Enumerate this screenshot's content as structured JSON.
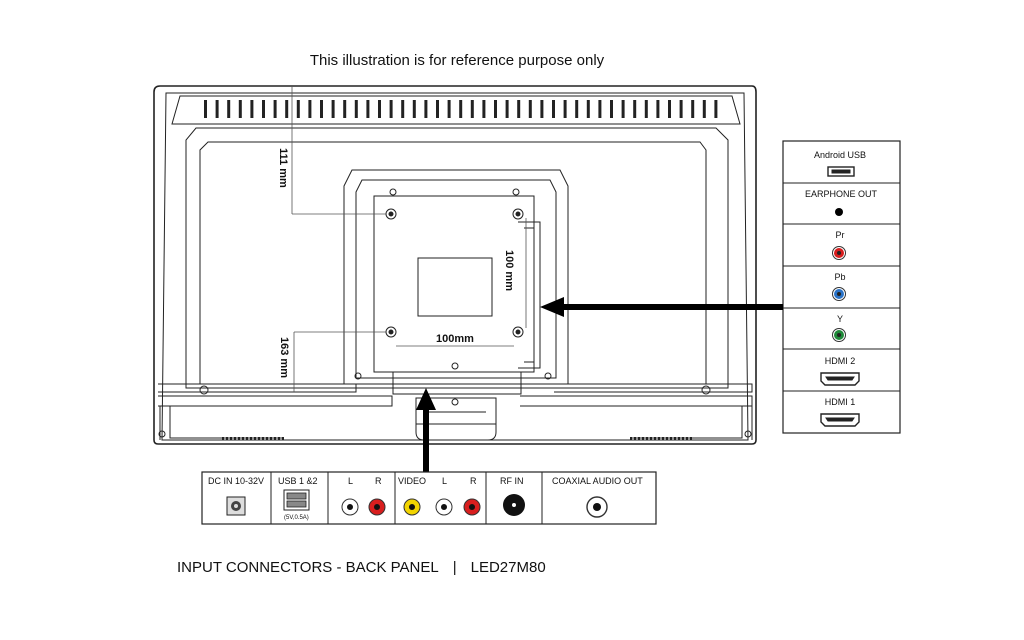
{
  "header": {
    "caption": "This illustration is for reference purpose only"
  },
  "footer": {
    "caption_left": "INPUT CONNECTORS - BACK PANEL",
    "separator": "|",
    "model": "LED27M80"
  },
  "dimensions": {
    "top_offset": "111 mm",
    "bottom_offset": "163 mm",
    "vesa_vertical": "100 mm",
    "vesa_horizontal": "100mm"
  },
  "side_panel": {
    "items": [
      {
        "label": "Android USB",
        "icon": "usb-port-icon"
      },
      {
        "label": "EARPHONE OUT",
        "icon": "earphone-jack-icon",
        "color": "#000000"
      },
      {
        "label": "Pr",
        "icon": "rca-jack-icon",
        "color": "#d81e1e"
      },
      {
        "label": "Pb",
        "icon": "rca-jack-icon",
        "color": "#2a73c8"
      },
      {
        "label": "Y",
        "icon": "rca-jack-icon",
        "color": "#1f8a3a"
      },
      {
        "label": "HDMI 2",
        "icon": "hdmi-port-icon"
      },
      {
        "label": "HDMI 1",
        "icon": "hdmi-port-icon"
      }
    ]
  },
  "bottom_panel": {
    "dc": {
      "label": "DC IN 10-32V",
      "icon": "dc-jack-icon"
    },
    "usb": {
      "label": "USB 1 &2",
      "note": "(5V,0.5A)",
      "icon": "usb-port-icon"
    },
    "audio": {
      "left": "L",
      "right": "R",
      "left_color": "#ffffff",
      "right_color": "#d81e1e"
    },
    "video": {
      "label": "VIDEO",
      "left": "L",
      "right": "R",
      "video_color": "#f2d400",
      "left_color": "#ffffff",
      "right_color": "#d81e1e"
    },
    "rf": {
      "label": "RF IN",
      "icon": "coax-connector-icon"
    },
    "coaxial": {
      "label": "COAXIAL AUDIO OUT",
      "icon": "coaxial-jack-icon"
    }
  }
}
